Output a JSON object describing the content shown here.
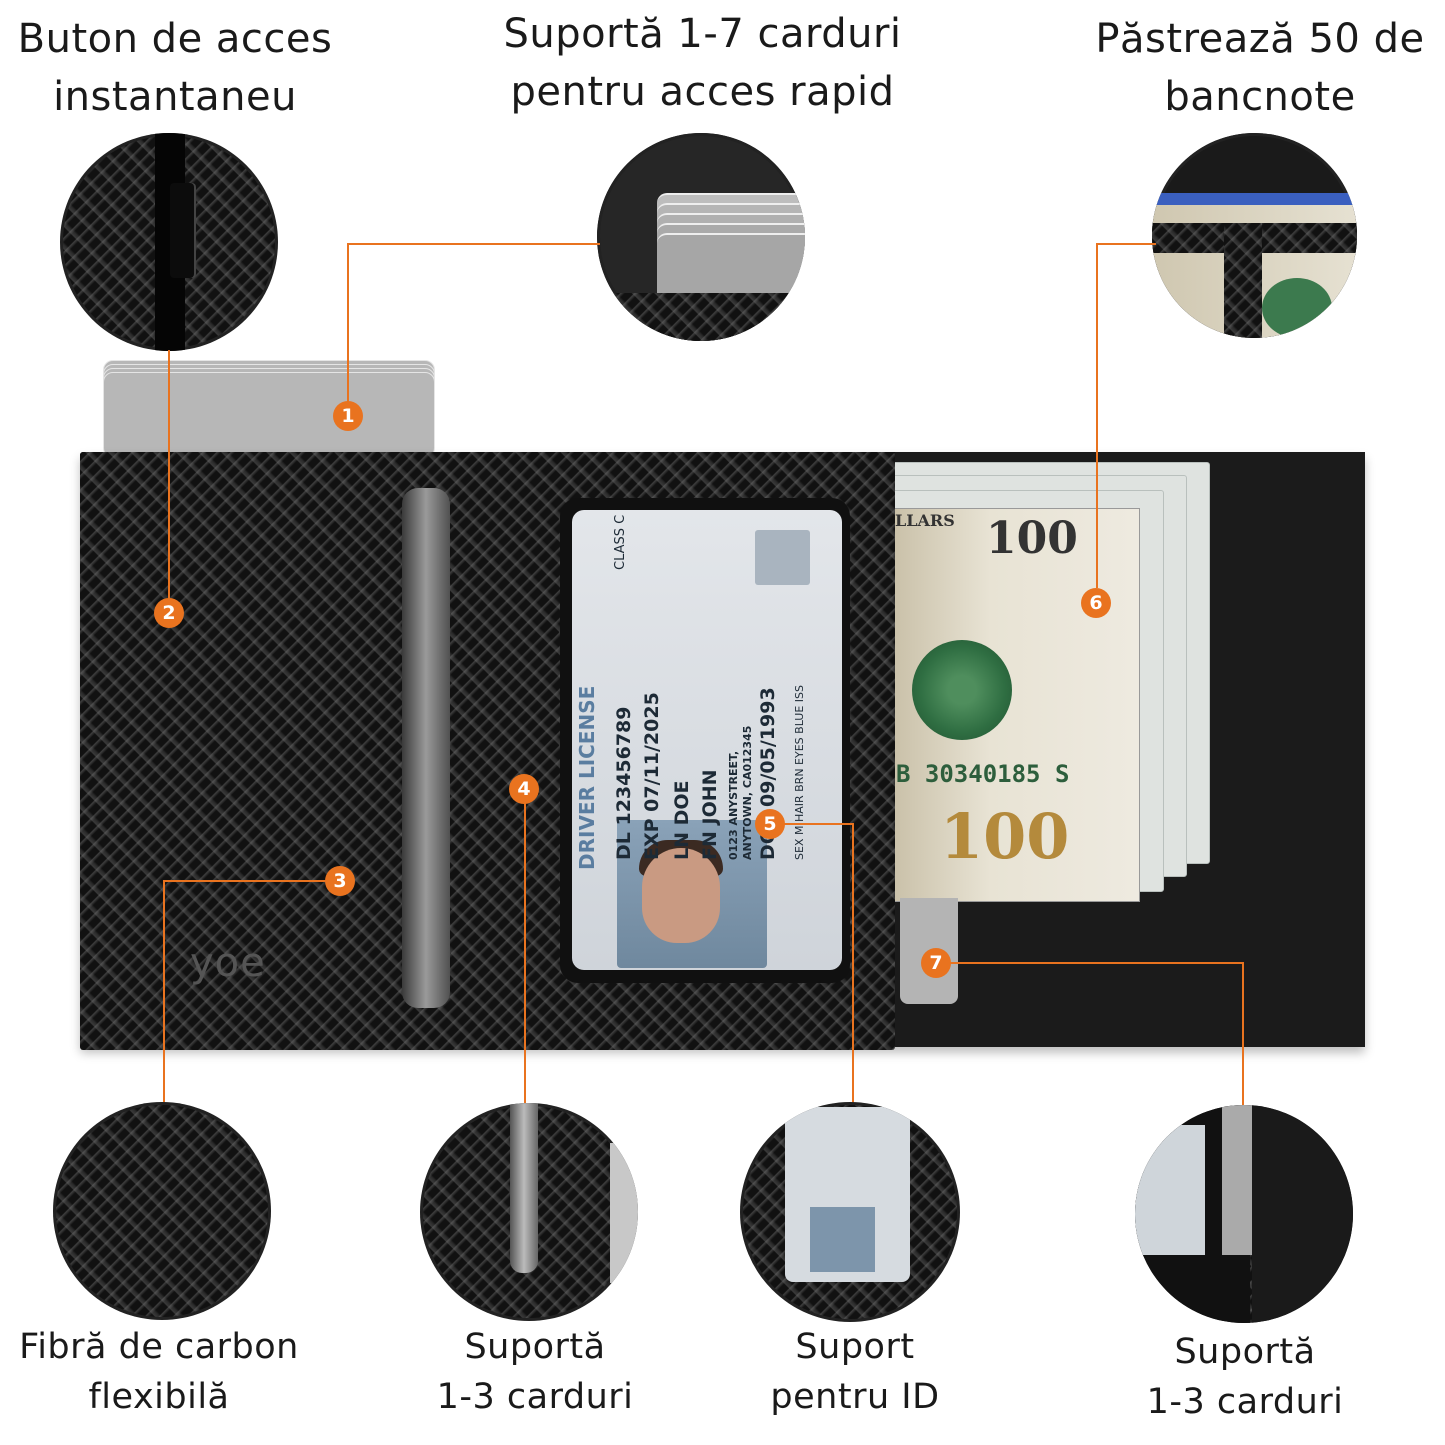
{
  "labels": {
    "instant_button": [
      "Buton de acces",
      "instantaneu"
    ],
    "cards_1_7": [
      "Suportă 1-7 carduri",
      "pentru acces rapid"
    ],
    "banknotes": [
      "Păstrează 50 de",
      "bancnote"
    ],
    "carbon_fiber": [
      "Fibră de carbon",
      "flexibilă"
    ],
    "cards_1_3_a": [
      "Suportă",
      "1-3 carduri"
    ],
    "id_holder": [
      "Suport",
      "pentru ID"
    ],
    "cards_1_3_b": [
      "Suportă",
      "1-3 carduri"
    ]
  },
  "markers": [
    "1",
    "2",
    "3",
    "4",
    "5",
    "6",
    "7"
  ],
  "brand_logo": "yoe",
  "id_card": {
    "title": "DRIVER LICENSE",
    "class": "CLASS C",
    "dl": "DL 123456789",
    "exp": "EXP 07/11/2025",
    "ln": "LN DOE",
    "fn": "FN JOHN",
    "address1": "0123 ANYSTREET,",
    "address2": "ANYTOWN, CA012345",
    "dob": "DOB 09/05/1993",
    "meta": "SEX M  HAIR BRN  EYES BLUE  ISS"
  },
  "banknote": {
    "denomination": "100",
    "serial": "B 30340185 S",
    "header_text": "LLARS"
  },
  "colors": {
    "accent": "#e9731f",
    "carbon": "#141414",
    "background": "#ffffff"
  }
}
